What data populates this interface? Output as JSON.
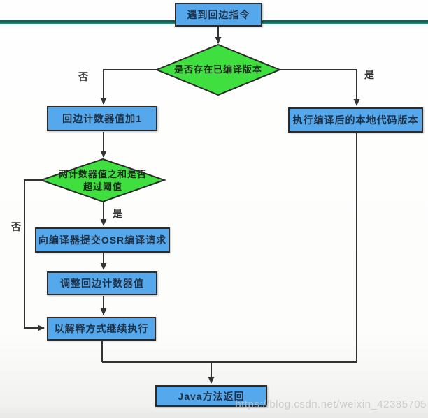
{
  "theme": {
    "box-fill": "#55a8ec",
    "box-border": "#2b2b2b",
    "box-text": "#1e3147",
    "diamond-fill": "#3fdf3f",
    "diamond-text": "#1f2a1f",
    "line-color": "#333333",
    "edge-text": "#333333",
    "teal-top": "#0e6154",
    "teal-bottom": "#38a694",
    "watermark-color": "#c6c6c6"
  },
  "flowchart": {
    "nodes": {
      "start": {
        "type": "process",
        "label": "遇到回边指令"
      },
      "decision_compiled": {
        "type": "decision",
        "label": "是否存在已编译版本"
      },
      "increment_counter": {
        "type": "process",
        "label": "回边计数器值加1"
      },
      "execute_native": {
        "type": "process",
        "label": "执行编译后的本地代码版本"
      },
      "decision_threshold": {
        "type": "decision",
        "label": "两计数器值之和是否\n超过阈值"
      },
      "submit_osr": {
        "type": "process",
        "label": "向编译器提交OSR编译请求"
      },
      "adjust_counter": {
        "type": "process",
        "label": "调整回边计数器值"
      },
      "continue_interpreted": {
        "type": "process",
        "label": "以解释方式继续执行"
      },
      "java_return": {
        "type": "process",
        "label": "Java方法返回"
      }
    },
    "edge_labels": {
      "compiled_no": "否",
      "compiled_yes": "是",
      "threshold_yes": "是",
      "threshold_no": "否"
    }
  },
  "watermark": {
    "url_text": "https://blog.csdn.net/weixin_42385705"
  }
}
